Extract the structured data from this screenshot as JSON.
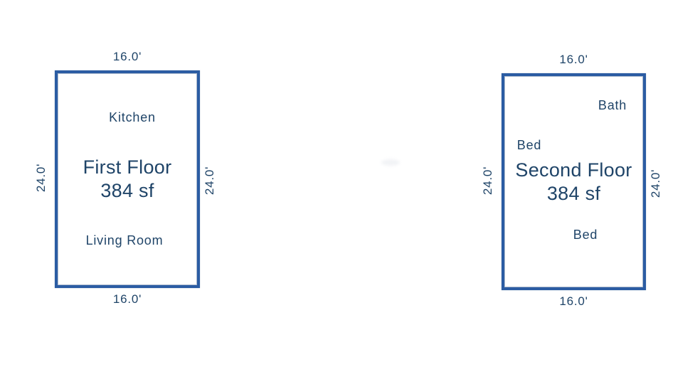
{
  "colors": {
    "wall": "#2b5ca3",
    "text": "#1f4468",
    "bg": "#ffffff"
  },
  "floors": [
    {
      "title": "First Floor",
      "area": "384 sf",
      "dim_top": "16.0'",
      "dim_bottom": "16.0'",
      "dim_left": "24.0'",
      "dim_right": "24.0'",
      "rooms": [
        {
          "label": "Kitchen"
        },
        {
          "label": "Living Room"
        }
      ]
    },
    {
      "title": "Second Floor",
      "area": "384 sf",
      "dim_top": "16.0'",
      "dim_bottom": "16.0'",
      "dim_left": "24.0'",
      "dim_right": "24.0'",
      "rooms": [
        {
          "label": "Bath"
        },
        {
          "label": "Bed"
        },
        {
          "label": "Bed"
        }
      ]
    }
  ]
}
